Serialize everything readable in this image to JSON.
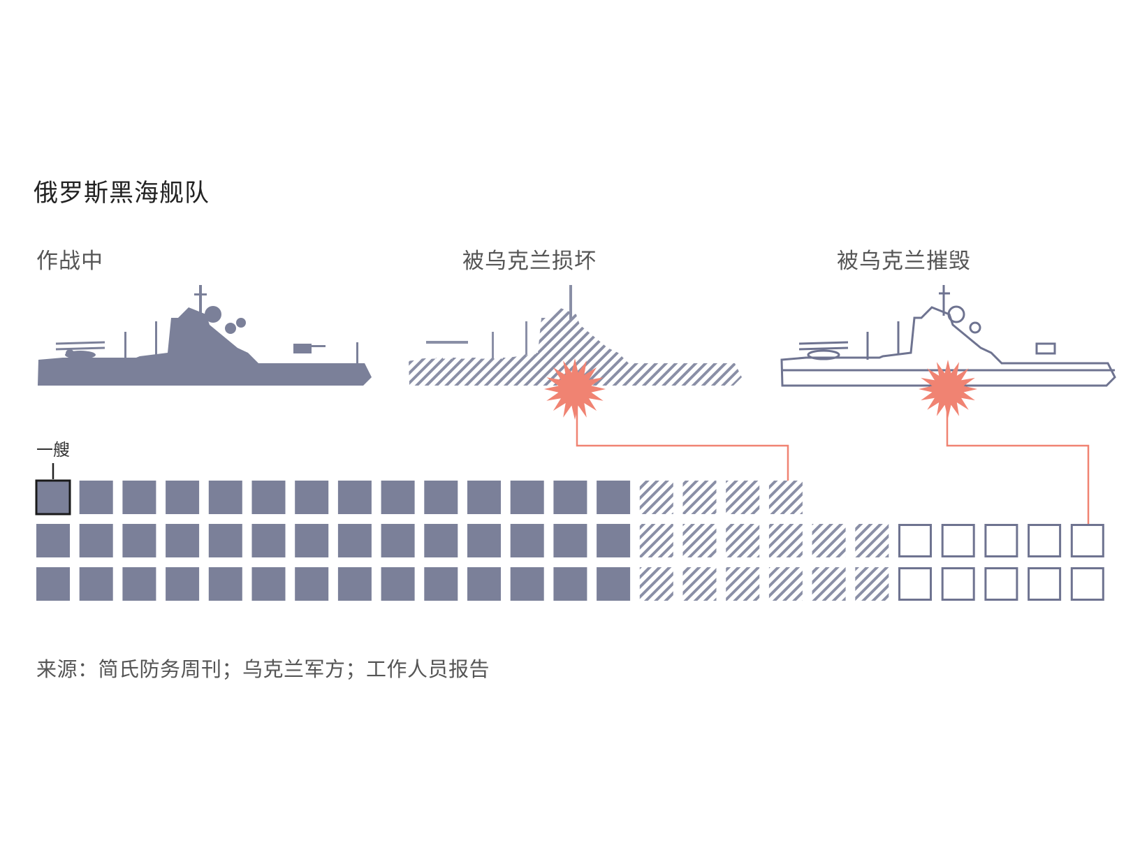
{
  "title": "俄罗斯黑海舰队",
  "source": "来源：简氏防务周刊；乌克兰军方；工作人员报告",
  "unit_label": "一艘",
  "colors": {
    "active": "#7b8099",
    "hatch": "#8a8fa6",
    "accent": "#f08372",
    "outline": "#6e7390"
  },
  "icons": [
    "ship-active-icon",
    "ship-damaged-icon",
    "ship-destroyed-icon",
    "explosion-icon"
  ],
  "chart_data": {
    "type": "waffle",
    "unit": "一艘",
    "categories": [
      "作战中",
      "被乌克兰损坏",
      "被乌克兰摧毁"
    ],
    "series": [
      {
        "name": "作战中",
        "value": 42,
        "style": "solid"
      },
      {
        "name": "被乌克兰损坏",
        "value": 16,
        "style": "hatched"
      },
      {
        "name": "被乌克兰摧毁",
        "value": 10,
        "style": "outline"
      }
    ],
    "rows": [
      {
        "active": 14,
        "damaged": 4,
        "destroyed": 0
      },
      {
        "active": 14,
        "damaged": 6,
        "destroyed": 5
      },
      {
        "active": 14,
        "damaged": 6,
        "destroyed": 5
      }
    ]
  }
}
